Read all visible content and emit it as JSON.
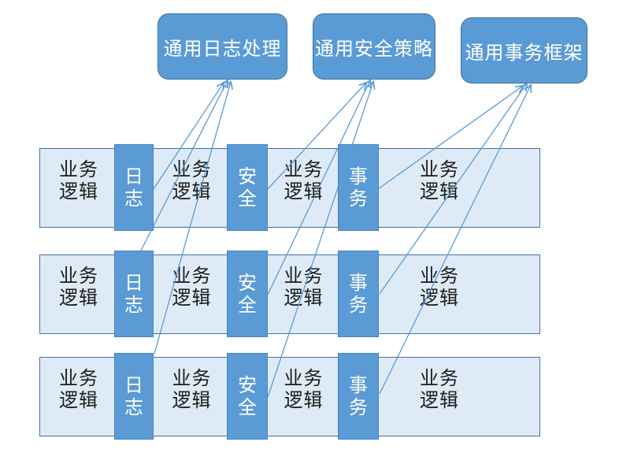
{
  "colors": {
    "accent_blue": "#5B9BD5",
    "light_blue_fill": "#DEEBF7",
    "bar_border_blue": "#44729E",
    "box_border_blue": "#41719C",
    "connector_blue": "#5B9BD5",
    "text_dark": "#1c1c1c"
  },
  "top_boxes": [
    {
      "id": "common-logging",
      "label": "通用日志处理"
    },
    {
      "id": "common-security",
      "label": "通用安全策略"
    },
    {
      "id": "common-transaction",
      "label": "通用事务框架"
    }
  ],
  "layers": [
    {
      "segments": {
        "business_1": "业务\n逻辑",
        "log": "日\n志",
        "business_2": "业务\n逻辑",
        "security": "安\n全",
        "business_3": "业务\n逻辑",
        "transaction": "事\n务",
        "business_4": "业务\n逻辑"
      }
    },
    {
      "segments": {
        "business_1": "业务\n逻辑",
        "log": "日\n志",
        "business_2": "业务\n逻辑",
        "security": "安\n全",
        "business_3": "业务\n逻辑",
        "transaction": "事\n务",
        "business_4": "业务\n逻辑"
      }
    },
    {
      "segments": {
        "business_1": "业务\n逻辑",
        "log": "日\n志",
        "business_2": "业务\n逻辑",
        "security": "安\n全",
        "business_3": "业务\n逻辑",
        "transaction": "事\n务",
        "business_4": "业务\n逻辑"
      }
    }
  ]
}
